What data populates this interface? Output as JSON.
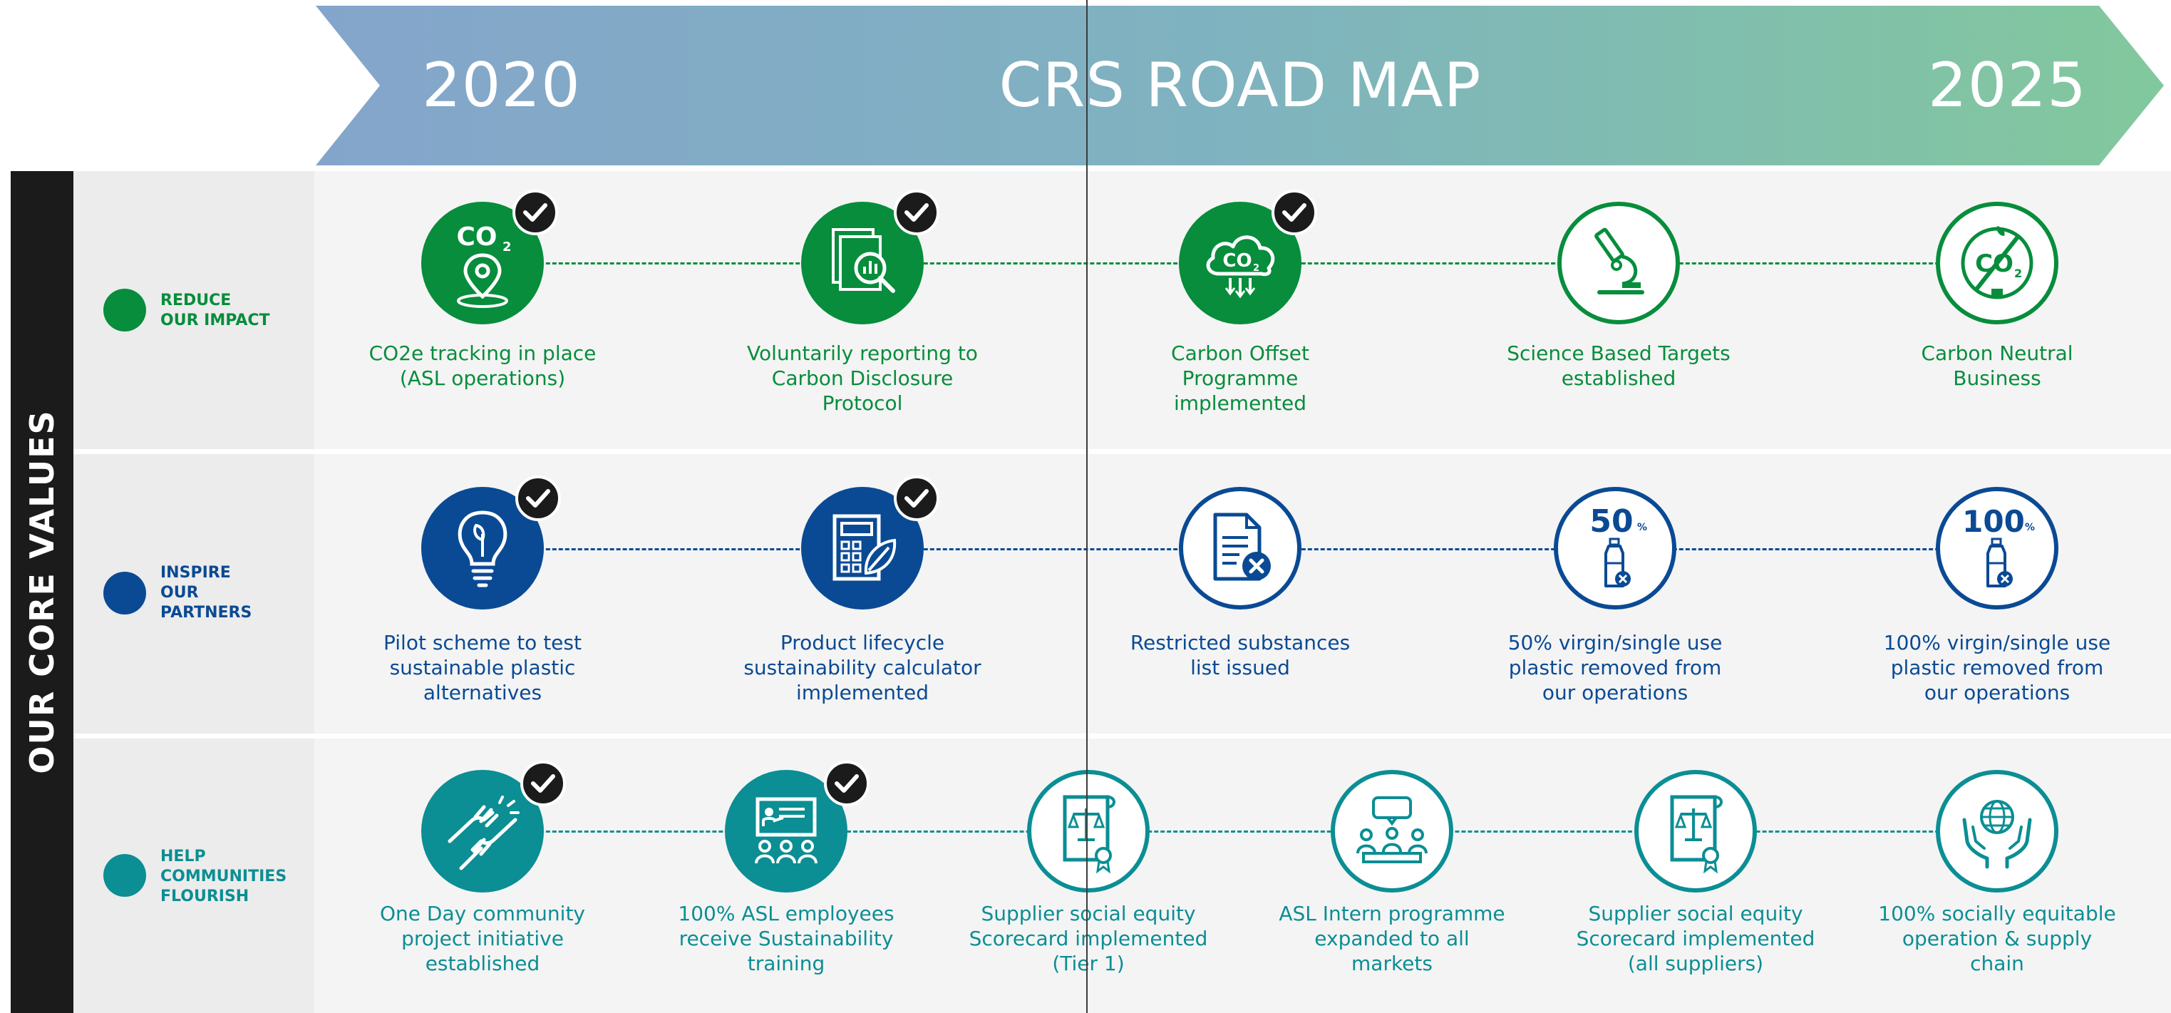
{
  "banner": {
    "year_start": "2020",
    "title": "CRS ROAD MAP",
    "year_end": "2025"
  },
  "side_label": "OUR CORE VALUES",
  "colors": {
    "reduce": "#078d3c",
    "inspire": "#0a4a94",
    "communities": "#0b8e94",
    "check_bg": "#1b1b1b",
    "banner_left": "#84a5cb",
    "banner_right": "#82c89d"
  },
  "rows": [
    {
      "label_lines": [
        "REDUCE",
        "OUR IMPACT"
      ],
      "items": [
        {
          "icon": "co2-location-pin-icon",
          "completed": true,
          "caption": [
            "CO2e tracking in place",
            "(ASL operations)"
          ]
        },
        {
          "icon": "report-magnifier-icon",
          "completed": true,
          "caption": [
            "Voluntarily reporting to",
            "Carbon Disclosure Protocol"
          ]
        },
        {
          "icon": "co2-cloud-icon",
          "completed": true,
          "caption": [
            "Carbon Offset Programme",
            "implemented"
          ]
        },
        {
          "icon": "microscope-icon",
          "completed": false,
          "caption": [
            "Science Based Targets",
            "established"
          ]
        },
        {
          "icon": "no-co2-plug-icon",
          "completed": false,
          "caption": [
            "Carbon Neutral",
            "Business"
          ]
        }
      ]
    },
    {
      "label_lines": [
        "INSPIRE",
        "OUR",
        "PARTNERS"
      ],
      "items": [
        {
          "icon": "lightbulb-leaf-icon",
          "completed": true,
          "caption": [
            "Pilot scheme to test",
            "sustainable plastic",
            "alternatives"
          ]
        },
        {
          "icon": "calculator-leaf-icon",
          "completed": true,
          "caption": [
            "Product lifecycle",
            "sustainability calculator",
            "implemented"
          ]
        },
        {
          "icon": "document-x-icon",
          "completed": false,
          "caption": [
            "Restricted substances",
            "list issued"
          ]
        },
        {
          "icon": "bottle-50-percent-icon",
          "completed": false,
          "badge_number": "50",
          "badge_unit": "%",
          "caption": [
            "50% virgin/single use",
            "plastic removed from",
            "our operations"
          ]
        },
        {
          "icon": "bottle-100-percent-icon",
          "completed": false,
          "badge_number": "100",
          "badge_unit": "%",
          "caption": [
            "100% virgin/single use",
            "plastic removed from",
            "our operations"
          ]
        }
      ]
    },
    {
      "label_lines": [
        "HELP",
        "COMMUNITIES",
        "FLOURISH"
      ],
      "items": [
        {
          "icon": "helping-hands-icon",
          "completed": true,
          "caption": [
            "One Day community",
            "project initiative",
            "established"
          ]
        },
        {
          "icon": "training-presentation-icon",
          "completed": true,
          "caption": [
            "100% ASL employees",
            "receive Sustainability",
            "training"
          ]
        },
        {
          "icon": "scales-certificate-icon",
          "completed": false,
          "caption": [
            "Supplier social equity",
            "Scorecard implemented",
            "(Tier 1)"
          ]
        },
        {
          "icon": "team-meeting-icon",
          "completed": false,
          "caption": [
            "ASL Intern programme",
            "expanded to all markets"
          ]
        },
        {
          "icon": "scales-certificate-icon",
          "completed": false,
          "caption": [
            "Supplier social equity",
            "Scorecard implemented",
            "(all suppliers)"
          ]
        },
        {
          "icon": "globe-in-hands-icon",
          "completed": false,
          "caption": [
            "100% socially equitable",
            "operation & supply",
            "chain"
          ]
        }
      ]
    }
  ]
}
